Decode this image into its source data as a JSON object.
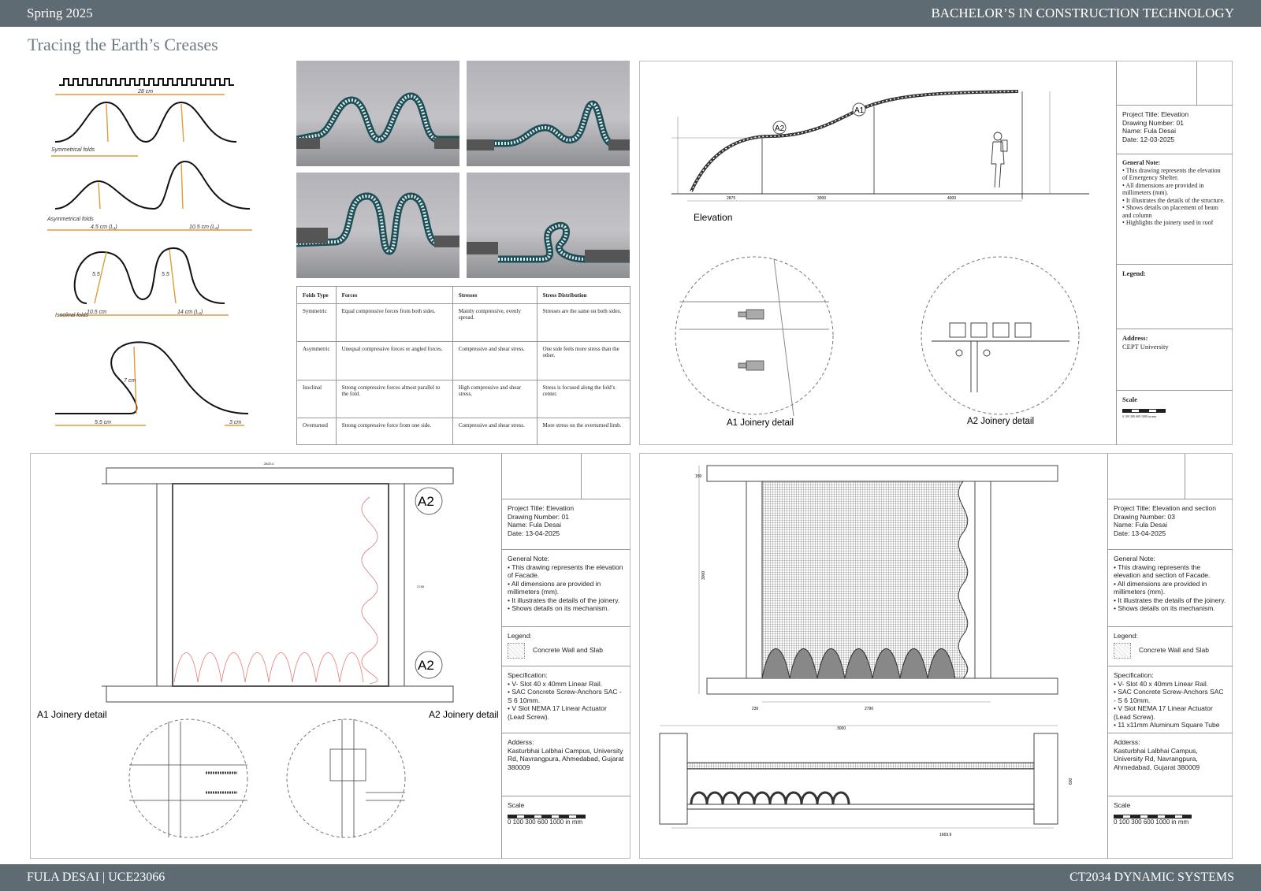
{
  "header": {
    "left": "Spring 2025",
    "right": "BACHELOR’S IN CONSTRUCTION TECHNOLOGY"
  },
  "footer": {
    "left": "FULA DESAI | UCE23066",
    "right": "CT2034 DYNAMIC SYSTEMS"
  },
  "page_title": "Tracing the Earth’s Creases",
  "sketches": {
    "labels": [
      "Symmetrical folds",
      "Asymmetrical folds",
      "Isoclinal folds"
    ],
    "dims": [
      "28 cm",
      "4.5 cm (L₁)",
      "10.5 cm (L₂)",
      "10.5 cm",
      "14 cm (L₂)",
      "5.5 cm",
      "3 cm",
      "7 cm",
      "5.5",
      "5.5"
    ]
  },
  "fold_table": {
    "headers": [
      "Folds Type",
      "Forces",
      "Stresses",
      "Stress Distribution"
    ],
    "rows": [
      [
        "Symmetric",
        "Equal compressive forces from both sides.",
        "Mainly compressive, evenly spread.",
        "Stresses are the same on both sides."
      ],
      [
        "Asymmetric",
        "Unequal compressive forces or angled forces.",
        "Compressive and shear stress.",
        "One side feels more stress than the other."
      ],
      [
        "Isoclinal",
        "Strong compressive forces almost parallel to the fold.",
        "High compressive and shear stress.",
        "Stress is focused along the fold’s center."
      ],
      [
        "Overturned",
        "Strong compressive force from one side.",
        "Compressive and shear stress.",
        "More stress on the overturned limb."
      ]
    ]
  },
  "sheet1": {
    "elevation_label": "Elevation",
    "markers": [
      "A1",
      "A2"
    ],
    "dims": [
      "3000",
      "4000",
      "2875"
    ],
    "detail1": "A1 Joinery detail",
    "detail2": "A2 Joinery detail",
    "title_block": {
      "project": "Project Title: Elevation",
      "number": "Drawing Number: 01",
      "name": "Name: Fula Desai",
      "date": "Date: 12-03-2025",
      "note_head": "General Note:",
      "notes": [
        "This drawing represents the elevation of Emergency Shelter.",
        "All dimensions are provided in millimeters (mm).",
        "It illustrates the details of the structure.",
        "Shows details on placement of beam and column",
        "Highlights the joinery used in roof"
      ],
      "legend_head": "Legend:",
      "address_head": "Address:",
      "address": "CEPT University",
      "scale_head": "Scale",
      "scale_text": "0  100  300     600    1000 in mm"
    }
  },
  "sheet2": {
    "markers": [
      "A2",
      "A2"
    ],
    "detail1": "A1 Joinery detail",
    "detail2": "A2 Joinery detail",
    "dims": [
      "2823.4",
      "2745"
    ],
    "title_block": {
      "project": "Project Title: Elevation",
      "number": "Drawing Number: 01",
      "name": "Name: Fula Desai",
      "date": "Date: 13-04-2025",
      "note_head": "General Note:",
      "notes": [
        "This drawing represents the elevation of Facade.",
        "All dimensions are provided in millimeters (mm).",
        "It illustrates the details of the joinery.",
        "Shows details on its mechanism."
      ],
      "legend_head": "Legend:",
      "legend_item": "Concrete Wall and Slab",
      "spec_head": "Specification:",
      "specs": [
        "V- Slot 40 x 40mm Linear Rail.",
        "SAC Concrete Screw-Anchors SAC - S 6 10mm.",
        "V Slot NEMA 17 Linear Actuator (Lead Screw)."
      ],
      "address_head": "Adderss:",
      "address": "Kasturbhai Lalbhai Campus, University Rd, Navrangpura, Ahmedabad, Gujarat 380009",
      "scale_head": "Scale",
      "scale_text": "0  100  300     600      1000 in mm"
    }
  },
  "sheet3": {
    "dims": [
      "3000",
      "2790",
      "230",
      "150",
      "1669.9",
      "600"
    ],
    "title_block": {
      "project": "Project Title: Elevation and section",
      "number": "Drawing Number: 03",
      "name": "Name: Fula Desai",
      "date": "Date: 13-04-2025",
      "note_head": "General Note:",
      "notes": [
        "This drawing represents the elevation and section of Facade.",
        "All dimensions are provided in millimeters (mm).",
        "It illustrates the details of the joinery.",
        "Shows details on its mechanism."
      ],
      "legend_head": "Legend:",
      "legend_item": "Concrete Wall and Slab",
      "spec_head": "Specification:",
      "specs": [
        "V- Slot 40 x 40mm Linear Rail.",
        "SAC Concrete Screw-Anchors SAC - S 6 10mm.",
        "V Slot NEMA 17 Linear Actuator (Lead Screw).",
        "11 x11mm Aluminum Square Tube"
      ],
      "address_head": "Adderss:",
      "address": "Kasturbhai Lalbhai Campus, University Rd, Navrangpura, Ahmedabad, Gujarat 380009",
      "scale_head": "Scale",
      "scale_text": "0  100  300     600      1000 in mm"
    }
  }
}
